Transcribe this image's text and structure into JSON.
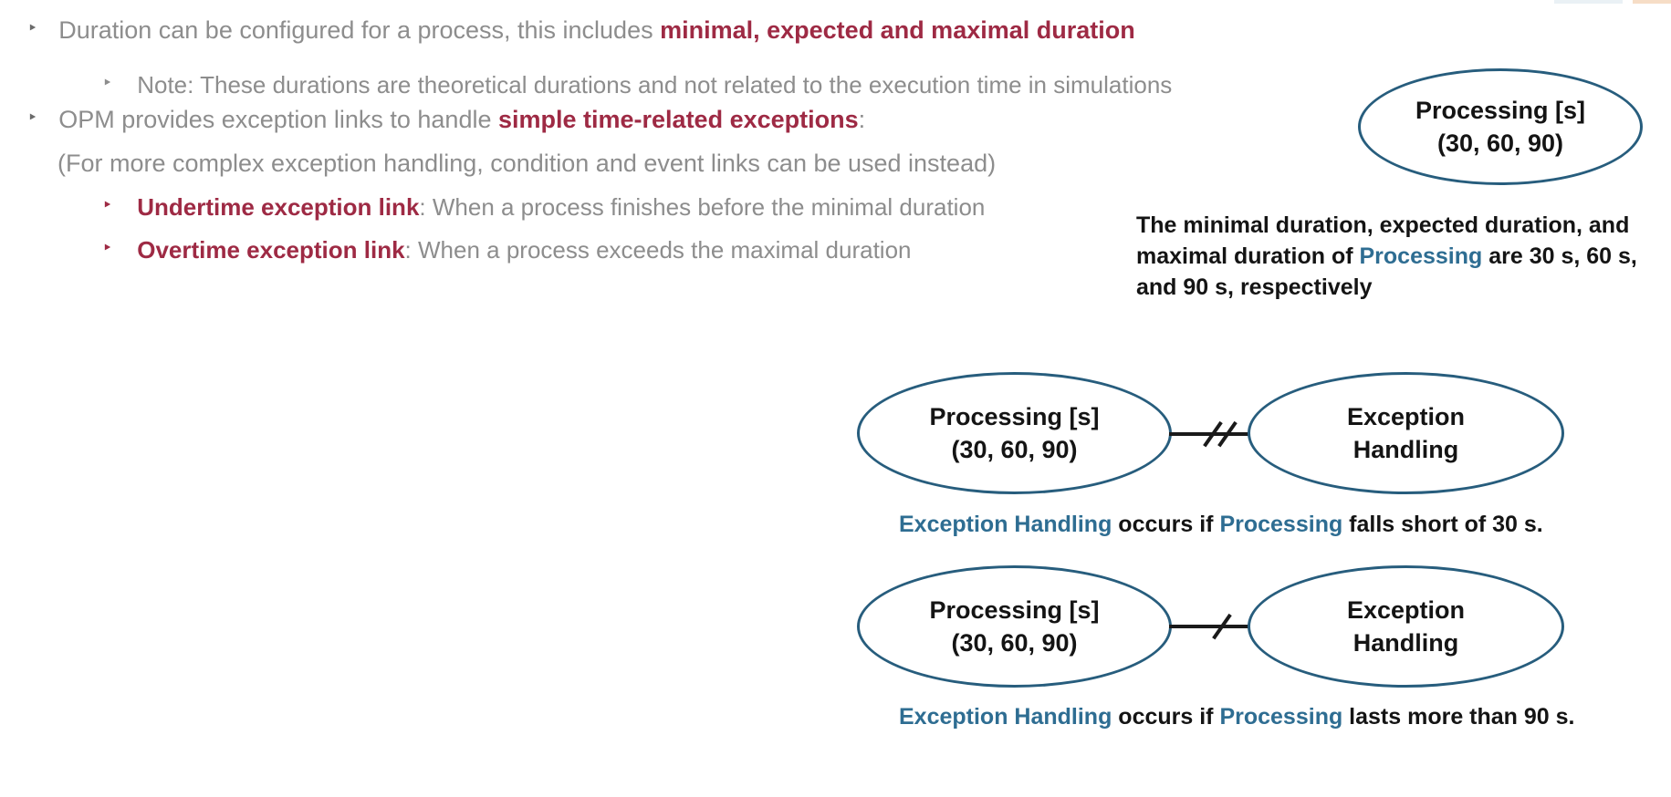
{
  "colors": {
    "accent_red": "#9E2A44",
    "text_gray": "#8D8D8D",
    "node_stroke": "#275D7D",
    "ref_blue": "#2E6D92",
    "ink": "#141414"
  },
  "icons": {
    "bullet": "‣"
  },
  "bullets": {
    "b1": {
      "text": "Duration can be configured for a process, this includes ",
      "highlight": "minimal, expected and maximal duration"
    },
    "note": {
      "text": "Note: These durations are theoretical durations and not related to the execution time in simulations"
    },
    "b2": {
      "text": "OPM provides exception links to handle ",
      "highlight": "simple time-related exceptions",
      "suffix": ":"
    },
    "paren": {
      "text": "(For more complex exception handling, condition and event links can be used instead)"
    },
    "undertime": {
      "highlight": "Undertime exception link",
      "suffix": ": When a process finishes before the minimal duration"
    },
    "overtime": {
      "highlight": "Overtime exception link",
      "suffix": ": When a process exceeds the maximal duration"
    }
  },
  "side_note": {
    "node": {
      "line1": "Processing [s]",
      "line2": "(30, 60, 90)"
    },
    "text": {
      "lead": "The minimal duration, expected duration, and maximal duration of ",
      "process_ref": "Processing",
      "tail": " are 30 s, 60 s, and 90 s, respectively"
    }
  },
  "diagrams": [
    {
      "name": "undertime-exception-link",
      "link": "double-slash",
      "left_node": {
        "line1": "Processing [s]",
        "line2": "(30, 60, 90)"
      },
      "right_node": {
        "line1": "Exception",
        "line2": "Handling"
      },
      "caption": {
        "ref1": "Exception Handling",
        "mid": " occurs if ",
        "ref2": "Processing",
        "tail": " falls short of 30 s."
      }
    },
    {
      "name": "overtime-exception-link",
      "link": "single-slash",
      "left_node": {
        "line1": "Processing [s]",
        "line2": "(30, 60, 90)"
      },
      "right_node": {
        "line1": "Exception",
        "line2": "Handling"
      },
      "caption": {
        "ref1": "Exception Handling",
        "mid": " occurs if ",
        "ref2": "Processing",
        "tail": " lasts more than 90 s."
      }
    }
  ]
}
